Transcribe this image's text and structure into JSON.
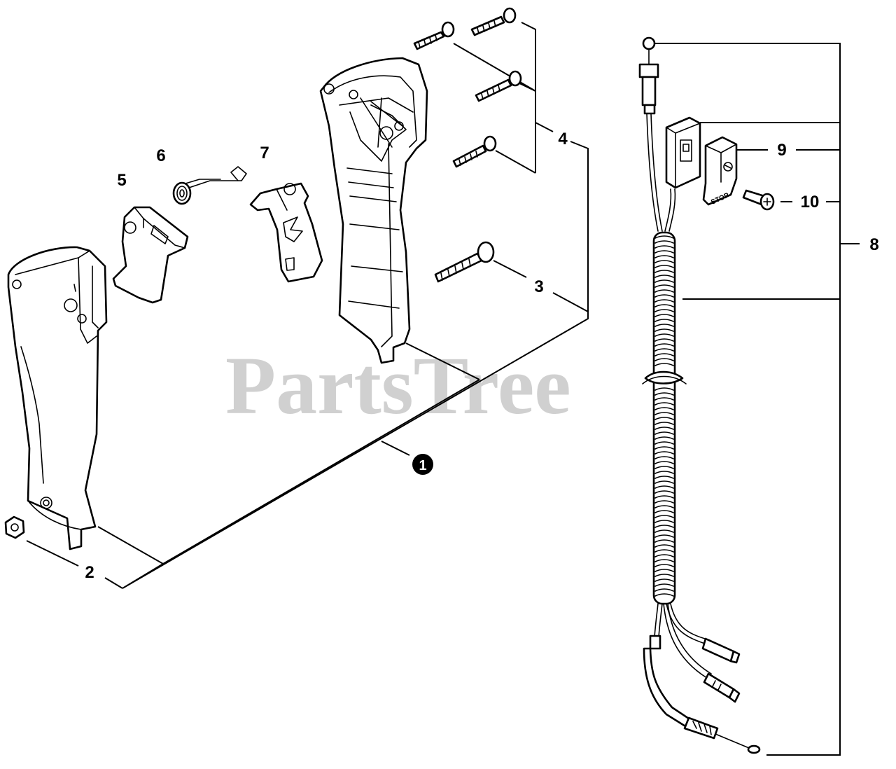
{
  "watermark": "PartsTree",
  "callouts": {
    "c1": "1",
    "c2": "2",
    "c3": "3",
    "c4": "4",
    "c5": "5",
    "c6": "6",
    "c7": "7",
    "c8": "8",
    "c9": "9",
    "c10": "10"
  },
  "stop_label": "STOP",
  "colors": {
    "line": "#000000",
    "background": "#ffffff",
    "watermark": "#c8c8c8"
  }
}
